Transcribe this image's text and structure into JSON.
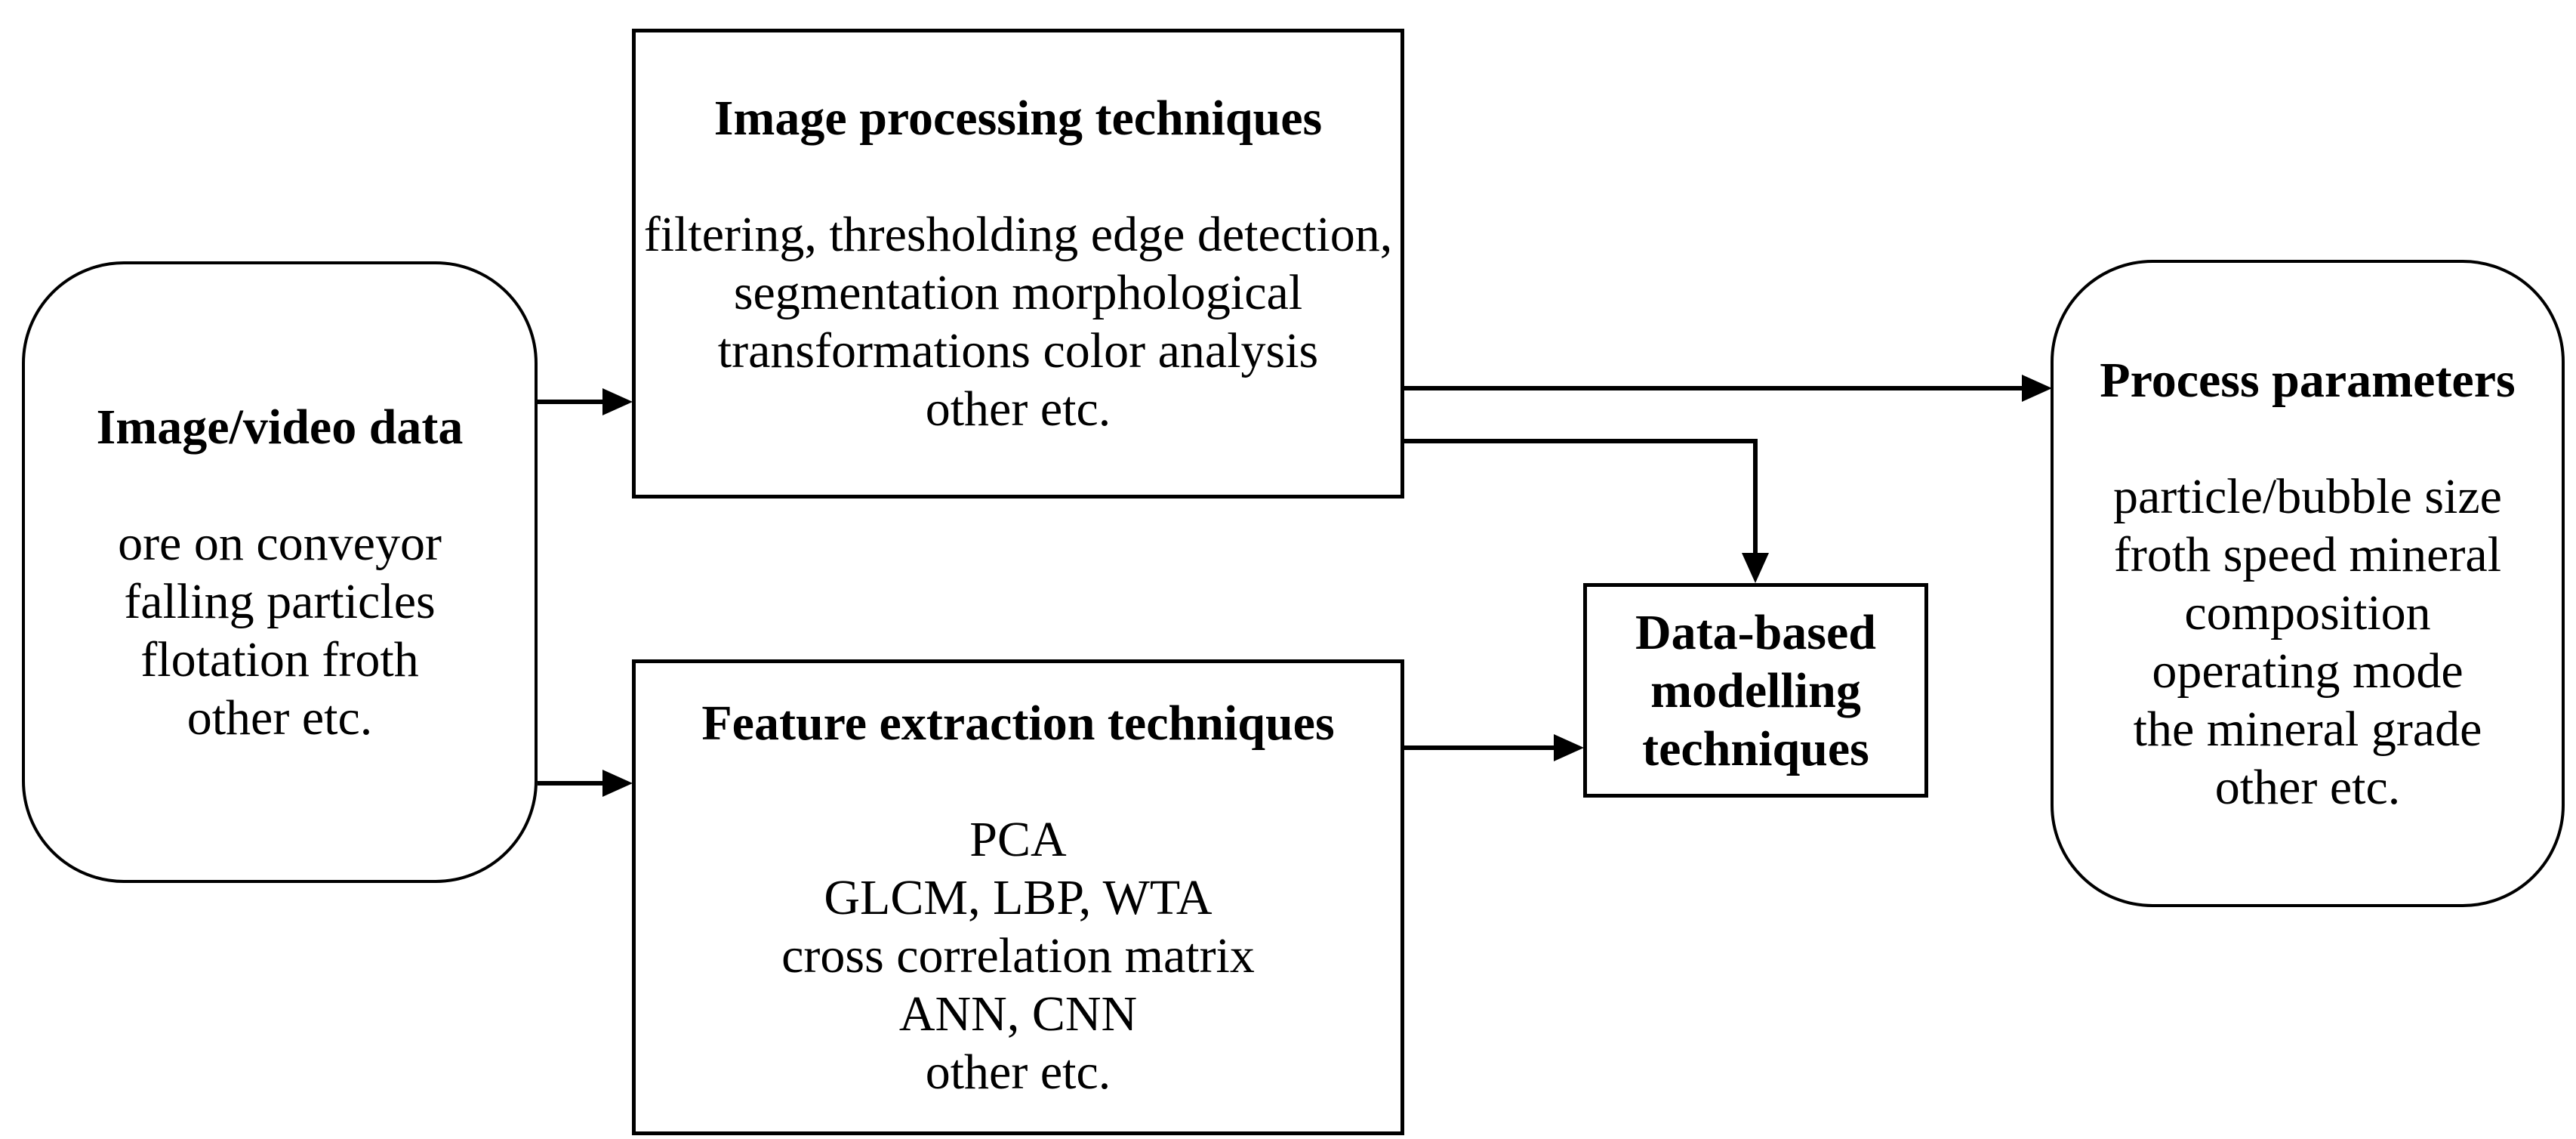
{
  "diagram": {
    "type": "flowchart",
    "background_color": "#ffffff",
    "line_color": "#000000",
    "text_color": "#000000"
  },
  "boxes": {
    "image_video": {
      "shape": "rounded",
      "title": "Image/video data",
      "lines": [
        "ore on conveyor",
        "falling particles",
        "flotation froth",
        "other etc."
      ]
    },
    "image_processing": {
      "shape": "rectangle",
      "title": "Image processing techniques",
      "lines": [
        "filtering, thresholding edge detection,",
        "segmentation morphological",
        "transformations color analysis",
        "other etc."
      ]
    },
    "feature_extraction": {
      "shape": "rectangle",
      "title": "Feature extraction techniques",
      "lines": [
        "PCA",
        "GLCM, LBP, WTA",
        "cross correlation matrix",
        "ANN, CNN",
        "other etc."
      ]
    },
    "data_modelling": {
      "shape": "rectangle",
      "title_lines": [
        "Data-based",
        "modelling",
        "techniques"
      ]
    },
    "process_parameters": {
      "shape": "rounded",
      "title": "Process parameters",
      "lines": [
        "particle/bubble size",
        "froth speed mineral",
        "composition",
        "operating mode",
        "the mineral grade",
        "other etc."
      ]
    }
  },
  "arrows": [
    {
      "from": "image_video",
      "to": "image_processing"
    },
    {
      "from": "image_video",
      "to": "feature_extraction"
    },
    {
      "from": "image_processing",
      "to": "process_parameters"
    },
    {
      "from": "image_processing",
      "to": "data_modelling"
    },
    {
      "from": "feature_extraction",
      "to": "data_modelling"
    }
  ]
}
